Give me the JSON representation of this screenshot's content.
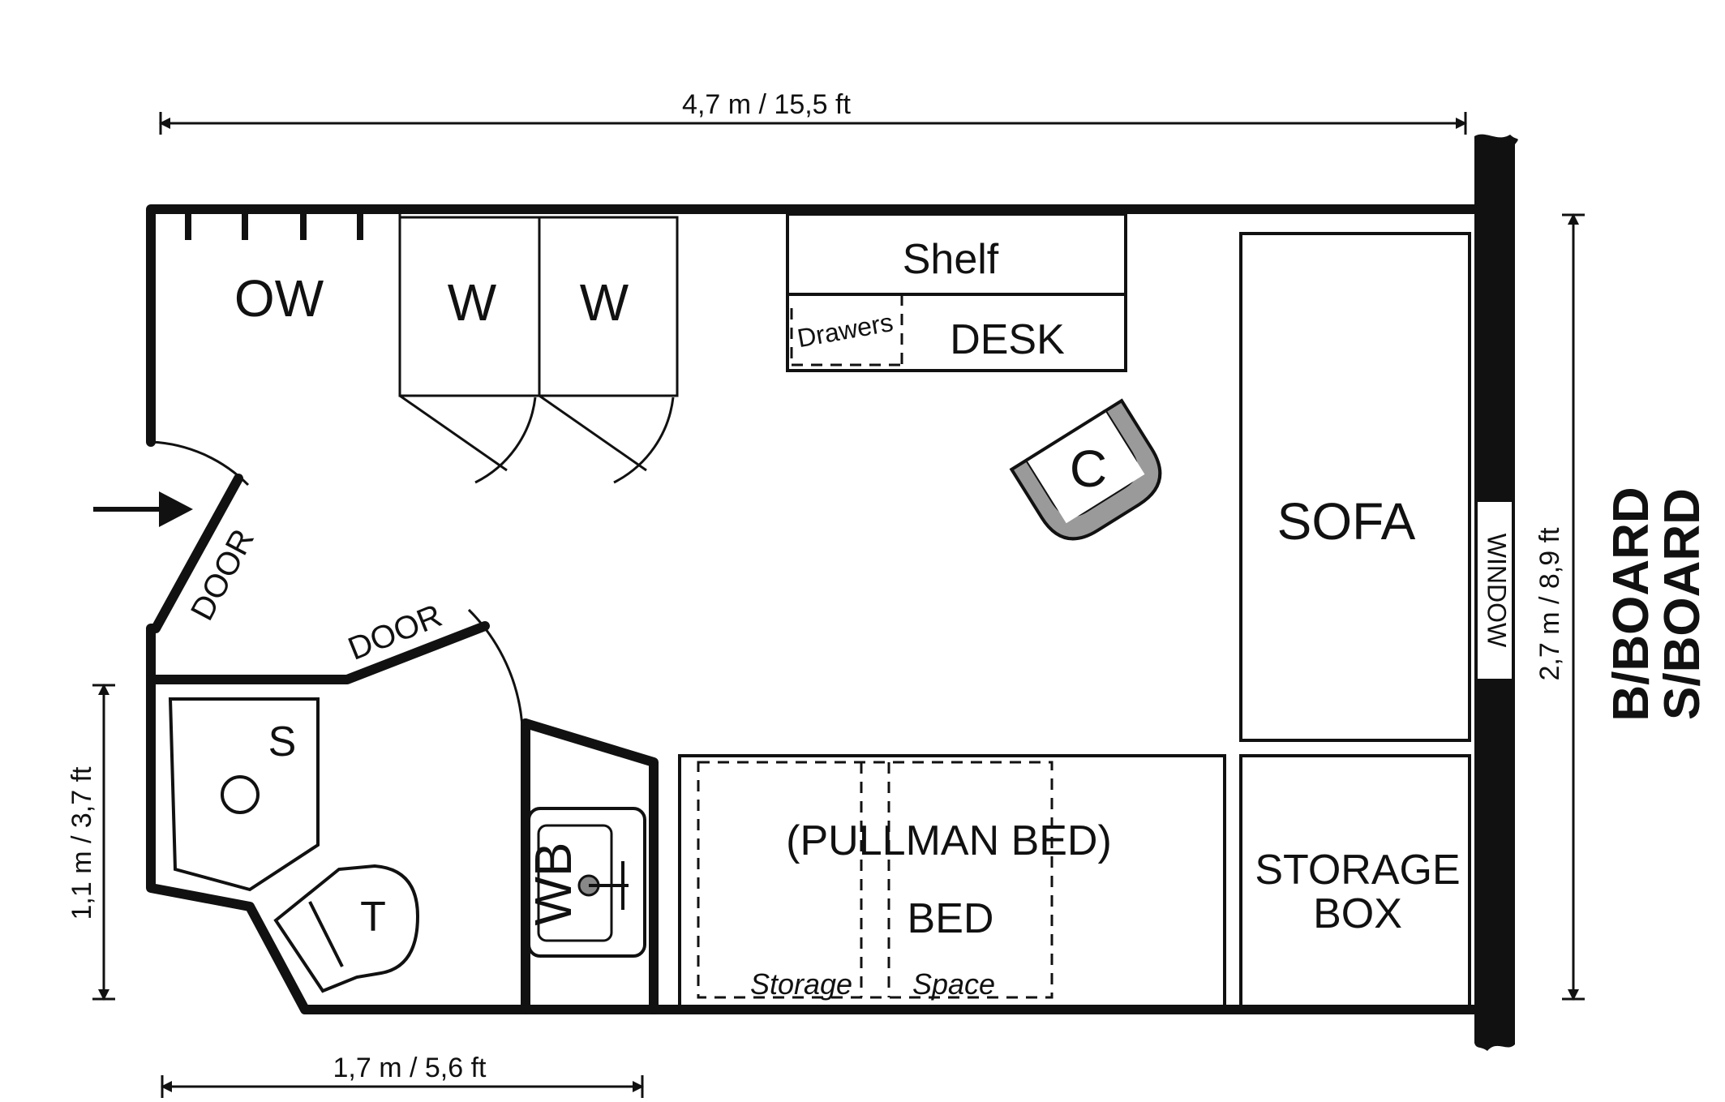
{
  "dimensions": {
    "top": "4,7 m  / 15,5 ft",
    "right": "2,7 m  / 8,9 ft",
    "left": "1,1 m  / 3,7 ft",
    "bottom": "1,7 m  / 5,6 ft"
  },
  "side_labels": [
    "B/BOARD",
    "S/BOARD"
  ],
  "rooms": {
    "ow": "OW",
    "wardrobe_1": "W",
    "wardrobe_2": "W",
    "shelf": "Shelf",
    "drawers": "Drawers",
    "desk": "DESK",
    "chair": "C",
    "sofa": "SOFA",
    "window": "WINDOW",
    "door_entry": "DOOR",
    "door_bath": "DOOR",
    "shower": "S",
    "toilet": "T",
    "washbasin": "WB",
    "pullman_bed": "(PULLMAN BED)",
    "bed": "BED",
    "storage": "Storage",
    "space": "Space",
    "storage_box_line1": "STORAGE",
    "storage_box_line2": "BOX"
  },
  "colors": {
    "ink": "#111111",
    "chair_fill": "#9a9a9a",
    "background": "#ffffff"
  }
}
